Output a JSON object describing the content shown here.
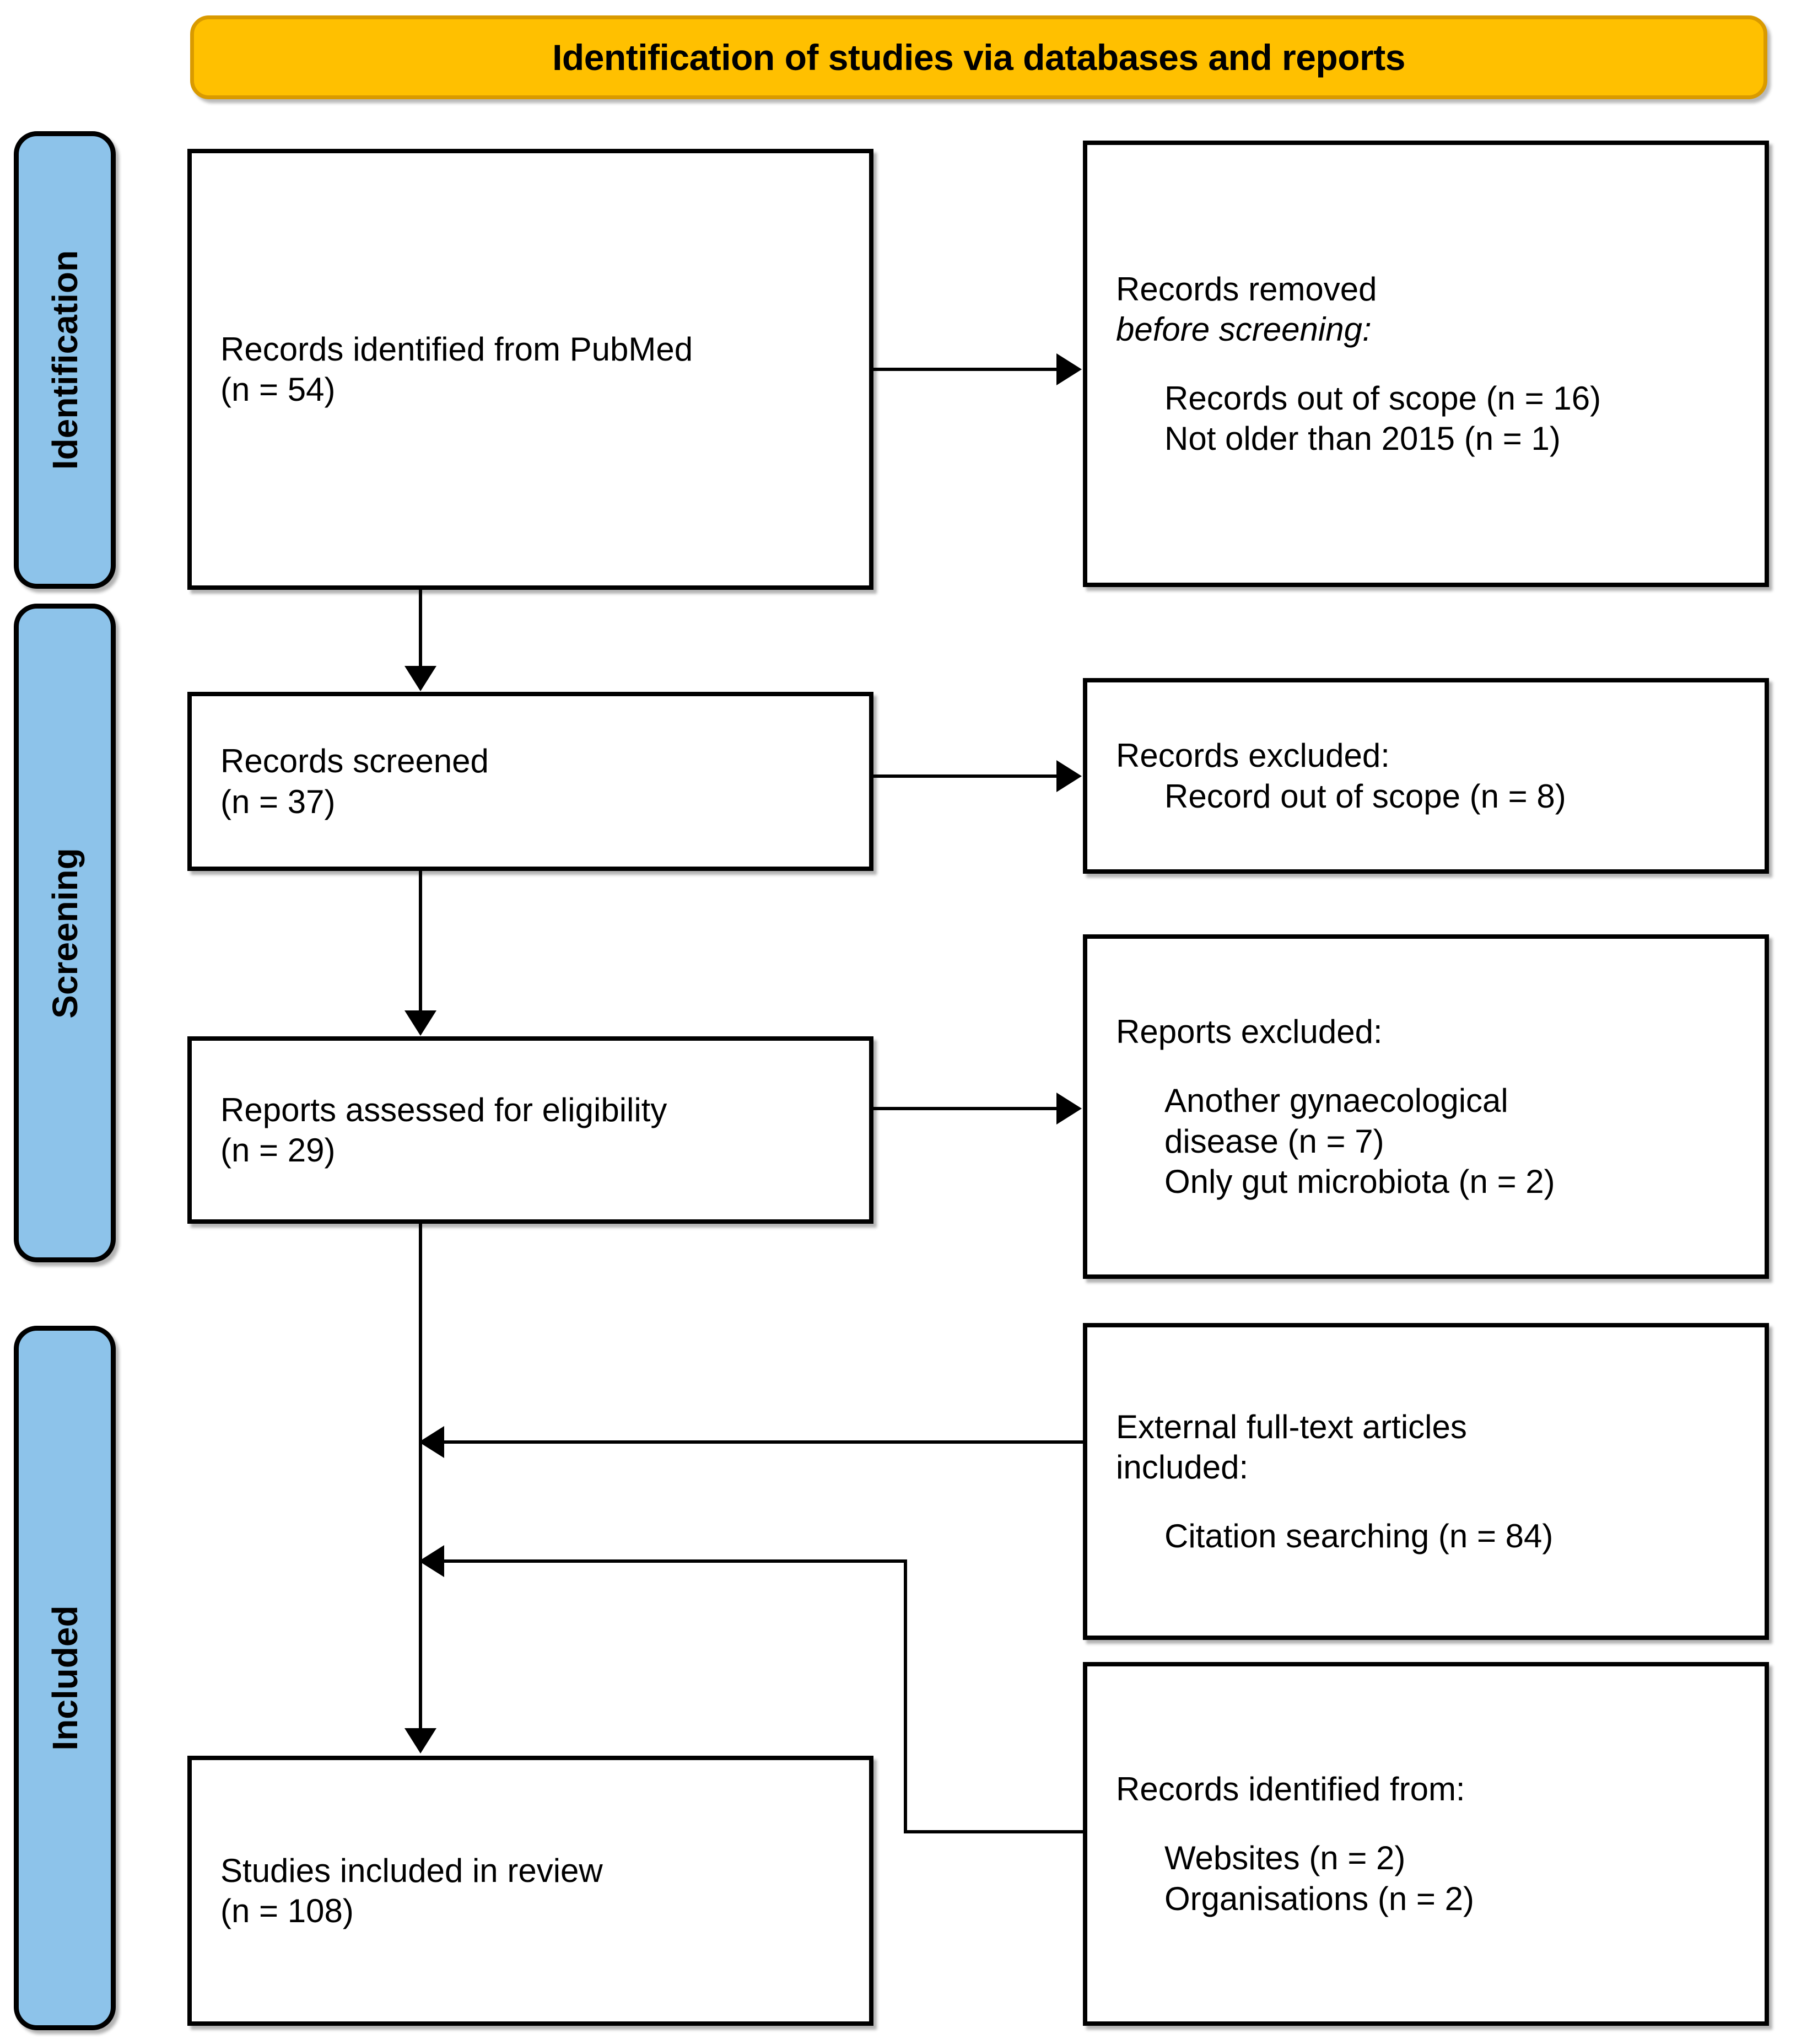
{
  "header": {
    "title": "Identification of studies via databases and reports",
    "fill_color": "#FFC000",
    "border_color": "#D99A00"
  },
  "stages": [
    {
      "label": "Identification",
      "fill_color": "#8DC3EA"
    },
    {
      "label": "Screening",
      "fill_color": "#8DC3EA"
    },
    {
      "label": "Included",
      "fill_color": "#8DC3EA"
    }
  ],
  "boxes": {
    "identified": {
      "line1": "Records identified from PubMed",
      "line2": "(n = 54)"
    },
    "removed": {
      "line1": "Records removed",
      "line2": "before screening:",
      "item1": "Records out of scope (n = 16)",
      "item2": "Not older than 2015 (n = 1)"
    },
    "screened": {
      "line1": "Records screened",
      "line2": "(n = 37)"
    },
    "records_excluded": {
      "line1": "Records excluded:",
      "item1": "Record out of scope (n = 8)"
    },
    "eligibility": {
      "line1": "Reports assessed for eligibility",
      "line2": "(n = 29)"
    },
    "reports_excluded": {
      "line1": "Reports excluded:",
      "item1": "Another gynaecological",
      "item2": "disease (n = 7)",
      "item3": "Only gut microbiota (n = 2)"
    },
    "external": {
      "line1": "External full-text articles",
      "line2": "included:",
      "item1": "Citation searching (n = 84)"
    },
    "other_sources": {
      "line1": "Records identified from:",
      "item1": "Websites (n = 2)",
      "item2": "Organisations (n = 2)"
    },
    "included": {
      "line1": "Studies included in review",
      "line2": "(n = 108)"
    }
  }
}
